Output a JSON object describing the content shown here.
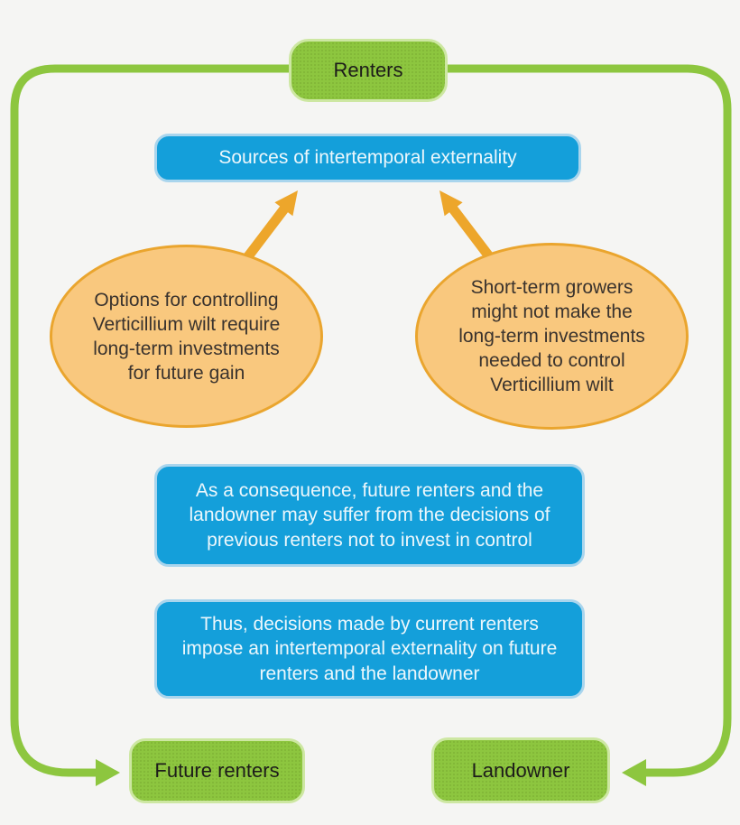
{
  "colors": {
    "background": "#f5f5f3",
    "green": "#8dc63f",
    "green-light": "#cde7a2",
    "blue": "#149fda",
    "blue-light": "#a9d5ed",
    "blue-text": "#ecf7fc",
    "orange-fill": "#f9c87e",
    "orange-stroke": "#eaa52e",
    "orange-arrow": "#eda62b",
    "dark-text": "#1d1c1a",
    "ellipse-text": "#3a332e"
  },
  "nodes": {
    "renters": {
      "label": "Renters"
    },
    "sources": {
      "label": "Sources of intertemporal externality"
    },
    "left_ellipse": {
      "text": "Options for controlling\nVerticillium wilt require\nlong-term investments\nfor future gain"
    },
    "right_ellipse": {
      "text": "Short-term growers\nmight not make the\nlong-term investments\nneeded to control\nVerticillium wilt"
    },
    "consequence": {
      "text": "As a consequence, future renters and the\nlandowner may suffer from the decisions of\nprevious renters not to invest in control"
    },
    "thus": {
      "text": "Thus, decisions made by current renters\nimpose an intertemporal externality on future\nrenters and the landowner"
    },
    "future_renters": {
      "label": "Future renters"
    },
    "landowner": {
      "label": "Landowner"
    }
  }
}
